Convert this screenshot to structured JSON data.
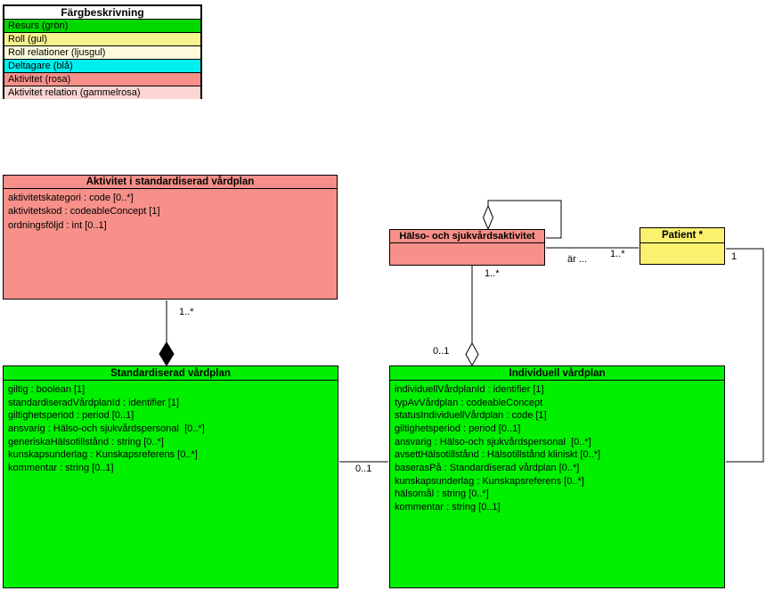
{
  "legend": {
    "title": "Färgbeskrivning",
    "rows": [
      {
        "label": "Resurs (grön)",
        "color": "#00d800"
      },
      {
        "label": "Roll (gul)",
        "color": "#f6f28e"
      },
      {
        "label": "Roll relationer (ljusgul)",
        "color": "#fefbdc"
      },
      {
        "label": "Deltagare (blå)",
        "color": "#00f0f0"
      },
      {
        "label": "Aktivitet (rosa)",
        "color": "#f79089"
      },
      {
        "label": "Aktivitet relation (gammelrosa)",
        "color": "#fbd5d2"
      }
    ]
  },
  "classes": {
    "aktivitet_std": {
      "title": "Aktivitet i standardiserad vårdplan",
      "color": "#f79089",
      "attributes": [
        "aktivitetskategori : code [0..*]",
        "aktivitetskod : codeableConcept [1]",
        "ordningsföljd : int [0..1]"
      ]
    },
    "halso_aktivitet": {
      "title": "Hälso- och sjukvårdsaktivitet",
      "color": "#f79089"
    },
    "patient": {
      "title": "Patient *",
      "color": "#faf26e"
    },
    "standardiserad": {
      "title": "Standardiserad vårdplan",
      "color": "#00f000",
      "attributes": [
        "giltig : boolean [1]",
        "standardiseradVårdplanId : identifier [1]",
        "giltighetsperiod : period [0..1]",
        "ansvarig : Hälso-och sjukvårdspersonal  [0..*]",
        "generiskaHälsotillstånd : string [0..*]",
        "kunskapsunderlag : Kunskapsreferens [0..*]",
        "kommentar : string [0..1]"
      ]
    },
    "individuell": {
      "title": "Individuell vårdplan",
      "color": "#00f000",
      "attributes": [
        "individuellVårdplanId : identifier [1]",
        "typAvVårdplan : codeableConcept",
        "statusIndividuellVårdplan : code [1]",
        "giltighetsperiod : period [0..1]",
        "ansvarig : Hälso-och sjukvårdspersonal  [0..*]",
        "avsettHälsotillstånd : Hälsotillstånd kliniskt [0..*]",
        "baserasPå : Standardiserad vårdplan [0..*]",
        "kunskapsunderlag : Kunskapsreferens [0..*]",
        "hälsomål : string [0..*]",
        "kommentar : string [0..1]"
      ]
    }
  },
  "connectors": {
    "composition_mult": "1..*",
    "aggregation_top_mult": "1..*",
    "aggregation_bottom_mult": "0..1",
    "ar_label": "är ...",
    "patient_near_mult": "1..*",
    "patient_far_mult": "1",
    "std_ind_mult": "0..1"
  }
}
